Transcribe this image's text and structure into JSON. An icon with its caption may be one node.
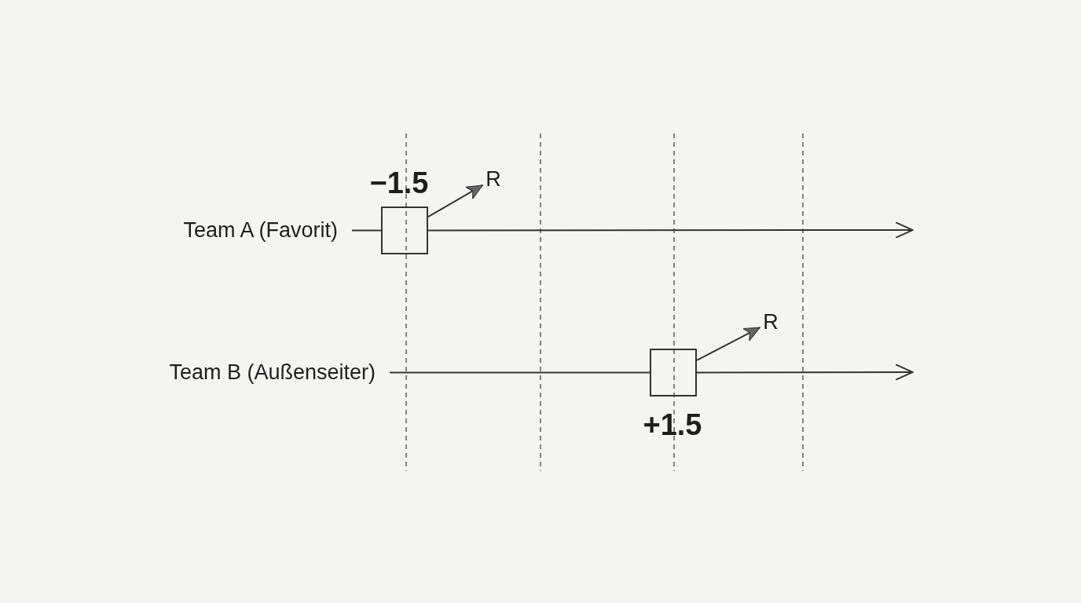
{
  "diagram": {
    "nodes": [
      {
        "text": [
          "Team A (Favorit)"
        ]
      },
      {
        "text": [],
        "shape": "box",
        "beside": [
          "−1.5"
        ]
      },
      {
        "text": [
          "R"
        ]
      },
      {
        "text": [
          "Team B (Außenseiter)"
        ]
      },
      {
        "text": [],
        "shape": "box",
        "beside": [
          "+1.5"
        ]
      },
      {
        "text": [
          "R"
        ]
      }
    ],
    "edges": [
      {
        "from": 0,
        "to": 1,
        "arrow": "none"
      },
      {
        "from": 1,
        "to": null,
        "arrow": "to"
      },
      {
        "from": 1,
        "to": 2,
        "arrow": "to"
      },
      {
        "from": 3,
        "to": 4,
        "arrow": "none"
      },
      {
        "from": 4,
        "to": null,
        "arrow": "to"
      },
      {
        "from": 4,
        "to": 5,
        "arrow": "to"
      }
    ]
  }
}
